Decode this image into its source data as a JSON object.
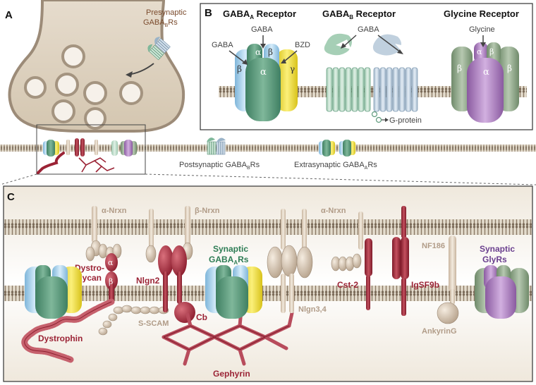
{
  "panels": {
    "a": {
      "letter": "A",
      "presynaptic_label": "Presynaptic",
      "presynaptic_sub": "GABA",
      "presynaptic_sub2": "B",
      "presynaptic_tail": "Rs",
      "postsynaptic_label": "Postsynaptic GABA",
      "postsynaptic_sub": "B",
      "postsynaptic_tail": "Rs",
      "extrasynaptic_label": "Extrasynaptic GABA",
      "extrasynaptic_sub": "A",
      "extrasynaptic_tail": "Rs"
    },
    "b": {
      "letter": "B",
      "gabaa_title": "GABA",
      "gabaa_sub": "A",
      "gabaa_tail": " Receptor",
      "gabab_title": "GABA",
      "gabab_sub": "B",
      "gabab_tail": " Receptor",
      "gly_title": "Glycine Receptor",
      "gabaa_labels": {
        "gaba_top": "GABA",
        "gaba_left": "GABA",
        "bzd": "BZD",
        "alpha": "α",
        "beta": "β",
        "gamma": "γ"
      },
      "gabab_labels": {
        "gaba": "GABA",
        "gprotein": "G-protein"
      },
      "gly_labels": {
        "glycine": "Glycine",
        "alpha": "α",
        "beta": "β"
      }
    },
    "c": {
      "letter": "C",
      "alpha_nrxn": "α-Nrxn",
      "beta_nrxn": "β-Nrxn",
      "alpha_nrxn2": "α-Nrxn",
      "dystroglycan_1": "Dystro-",
      "dystroglycan_2": "glycan",
      "dg_alpha": "α",
      "dg_beta": "β",
      "nlgn2": "Nlgn2",
      "synaptic_gabaa": "Synaptic",
      "synaptic_gabaa_2": "GABA",
      "synaptic_gabaa_sub": "A",
      "synaptic_gabaa_tail": "Rs",
      "cst2": "Cst-2",
      "igsf9b": "IgSF9b",
      "nf186": "NF186",
      "synaptic_glyrs_1": "Synaptic",
      "synaptic_glyrs_2": "GlyRs",
      "sscam": "S-SCAM",
      "cb": "Cb",
      "nlgn34": "Nlgn3,4",
      "dystrophin": "Dystrophin",
      "gephyrin": "Gephyrin",
      "ankyring": "AnkyrinG"
    }
  },
  "colors": {
    "maroon": "#9b2335",
    "tan": "#a08672",
    "purple": "#6a3f8e",
    "green": "#2e7d55",
    "receptor_green": "#5d9a7e",
    "receptor_blue": "#a9d4ee",
    "receptor_yellow": "#f2e236",
    "glycine_purple": "#a77ab8",
    "glycine_green": "#8da487"
  }
}
